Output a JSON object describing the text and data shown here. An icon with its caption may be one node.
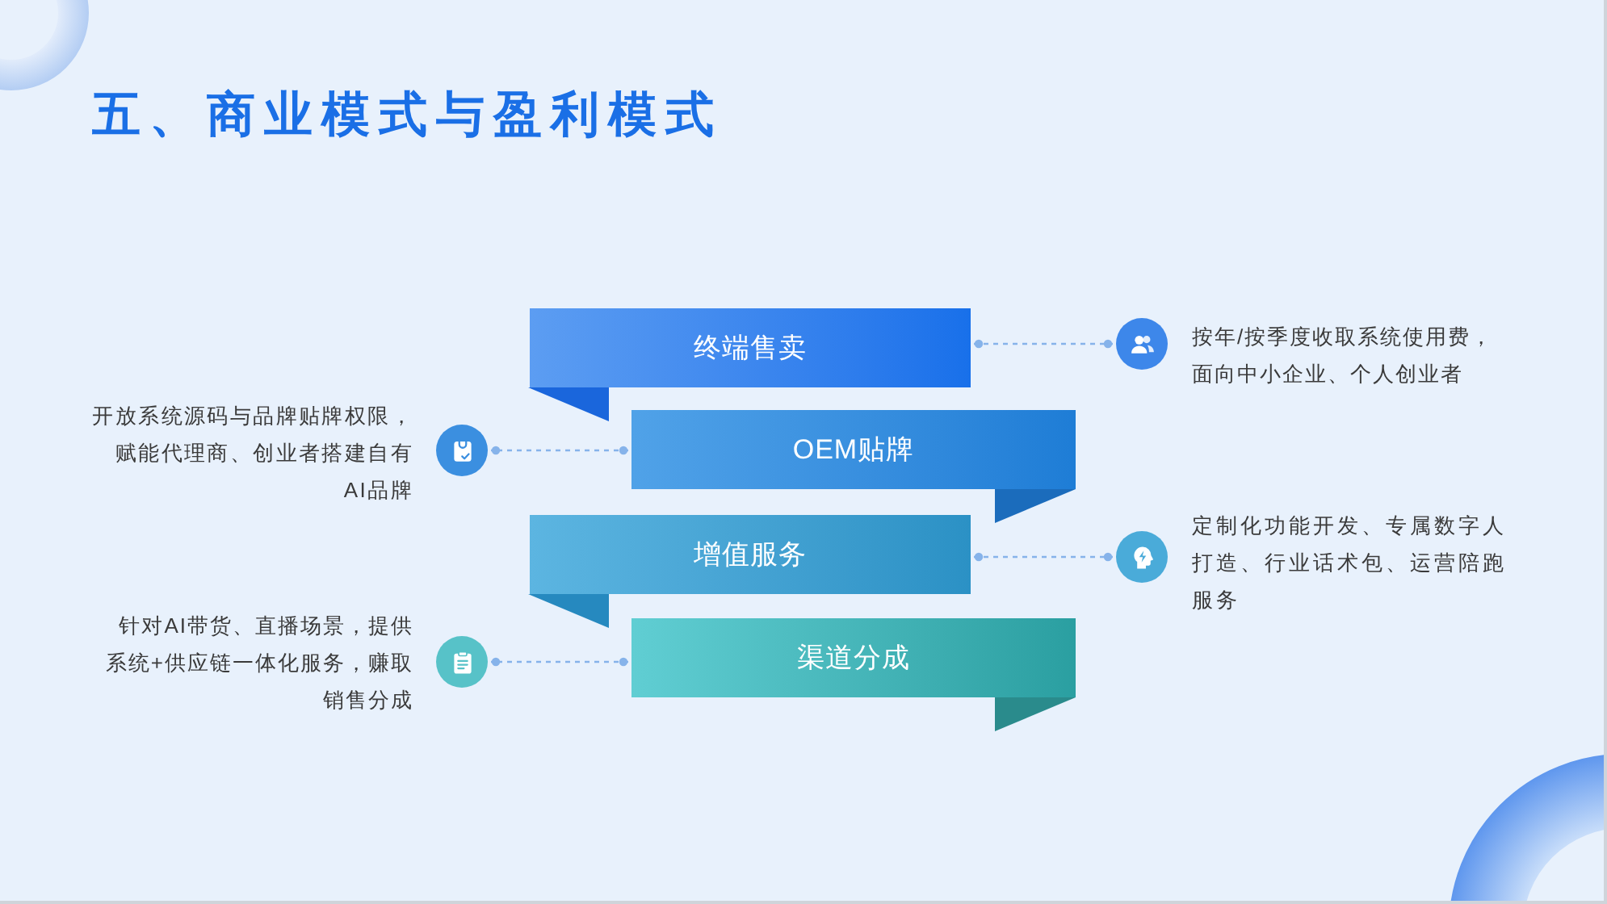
{
  "diagram": {
    "title": "五、商业模式与盈利模式",
    "nodes": [
      {
        "text": [
          "终端售卖"
        ]
      },
      {
        "text": [],
        "shape": "circle",
        "beside": [
          "按年/按季度收取系统使用费，面向中小企业、个人创业者"
        ]
      },
      {
        "text": [],
        "shape": "circle",
        "beside": [
          "开放系统源码与品牌贴牌权限，赋能代理商、创业者搭建自有AI品牌"
        ]
      },
      {
        "text": [
          "OEM贴牌"
        ]
      },
      {
        "text": [
          "增值服务"
        ]
      },
      {
        "text": [],
        "shape": "circle",
        "beside": [
          "定制化功能开发、专属数字人打造、行业话术包、运营陪跑服务"
        ]
      },
      {
        "text": [],
        "shape": "circle",
        "beside": [
          "针对AI带货、直播场景，提供系统+供应链一体化服务，赚取销售分成"
        ]
      },
      {
        "text": [
          "渠道分成"
        ]
      }
    ],
    "edges": [
      {
        "from": 0,
        "to": 1,
        "arrow": "other",
        "style": "dashed"
      },
      {
        "from": 3,
        "to": 2,
        "arrow": "other",
        "style": "dashed"
      },
      {
        "from": 4,
        "to": 5,
        "arrow": "other",
        "style": "dashed"
      },
      {
        "from": 7,
        "to": 6,
        "arrow": "other",
        "style": "dashed"
      }
    ]
  }
}
